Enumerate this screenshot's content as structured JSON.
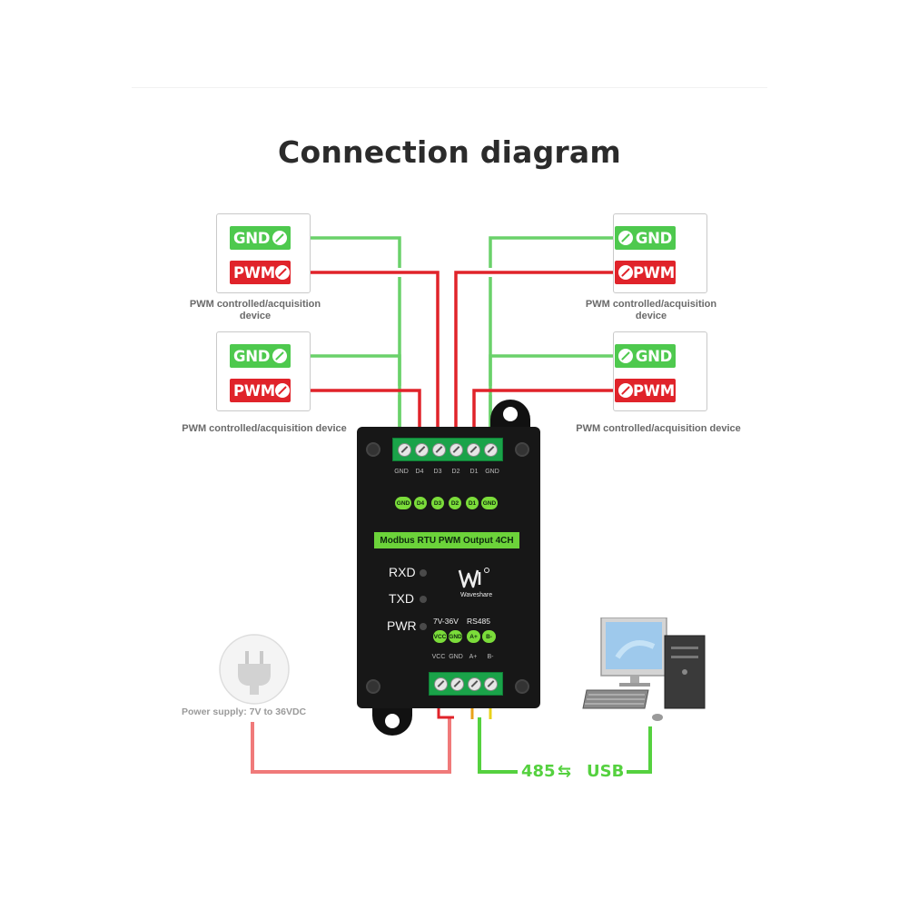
{
  "title": "Connection diagram",
  "devices": {
    "top_left": {
      "gnd_label": "GND",
      "pwm_label": "PWM",
      "caption_line1": "PWM controlled/acquisition",
      "caption_line2": "device"
    },
    "top_right": {
      "gnd_label": "GND",
      "pwm_label": "PWM",
      "caption_line1": "PWM controlled/acquisition",
      "caption_line2": "device"
    },
    "bottom_left": {
      "gnd_label": "GND",
      "pwm_label": "PWM",
      "caption": "PWM controlled/acquisition device"
    },
    "bottom_right": {
      "gnd_label": "GND",
      "pwm_label": "PWM",
      "caption": "PWM controlled/acquisition device"
    }
  },
  "module": {
    "top_pins": [
      "GND",
      "D4",
      "D3",
      "D2",
      "D1",
      "GND"
    ],
    "indicator_badges": [
      "GND",
      "D4",
      "D3",
      "D2",
      "D1",
      "GND"
    ],
    "name": "Modbus RTU PWM Output 4CH",
    "leds": [
      "RXD",
      "TXD",
      "PWR"
    ],
    "power_label": "7V-36V",
    "rs485_label": "RS485",
    "power_badges": [
      "VCC",
      "GND"
    ],
    "rs485_badges": [
      "A+",
      "B-"
    ],
    "bottom_pins": [
      "VCC",
      "GND",
      "A+",
      "B-"
    ],
    "brand": "Waveshare"
  },
  "power_supply_caption": "Power supply: 7V to 36VDC",
  "link": {
    "left": "485",
    "arrow": "⇆",
    "right": "USB"
  },
  "colors": {
    "gnd_wire": "#6ad16a",
    "pwm_wire": "#e0232a",
    "power_wire": "#f07a7a",
    "usb_wire": "#55d13f",
    "terminal_green": "#1aa349",
    "module_body": "#171717"
  }
}
